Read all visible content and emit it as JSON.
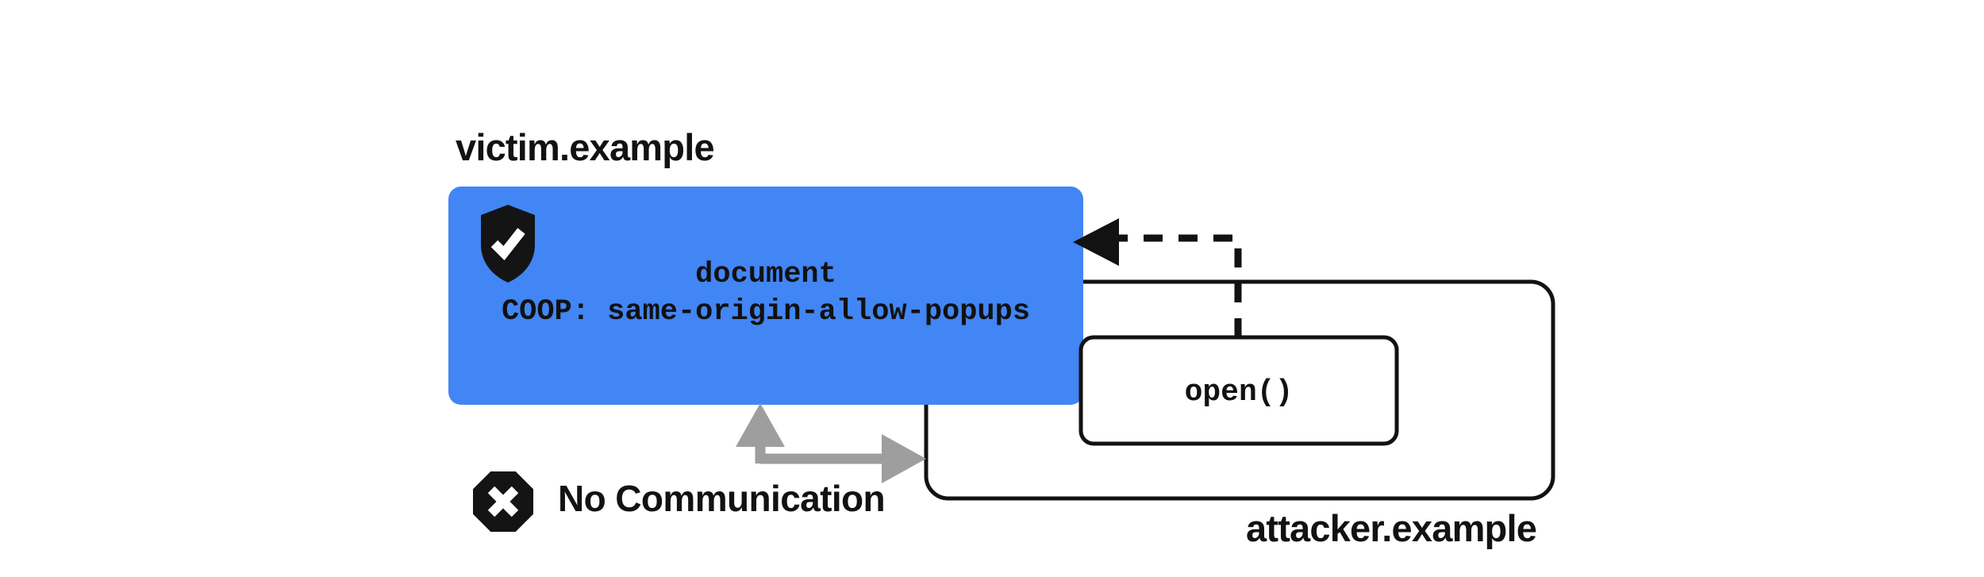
{
  "diagram": {
    "title_victim": "victim.example",
    "title_attacker": "attacker.example",
    "victim_panel": {
      "icon": "shield-check-icon",
      "document_label": "document",
      "coop_label": "COOP: same-origin-allow-popups",
      "background_color": "#4285f4"
    },
    "attacker_panel": {
      "open_call_label": "open()",
      "border_color": "#121212"
    },
    "no_communication": {
      "icon": "octagon-x-icon",
      "label": "No Communication",
      "arrow_color": "#9e9e9e"
    },
    "reference_arrow": {
      "style": "dashed",
      "color": "#121212",
      "direction": "attacker-to-victim"
    }
  }
}
